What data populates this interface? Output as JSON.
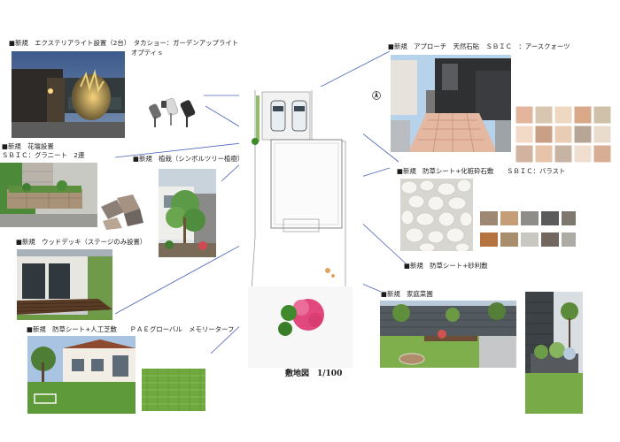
{
  "labels": {
    "exterior_light": "■新規　エクステリアライト設置（2台）　タカショー：ガーデンアップライト",
    "exterior_light_2": "オプティｓ",
    "approach": "■新規　アプローチ　天然石貼　ＳＢＩＣ　：アースクォーツ",
    "planter": "■新規　花壇設置",
    "planter_2": "ＳＢＩＣ：グラニート　2連",
    "tree": "■新規　植栽（シンボルツリー植樹）",
    "weed_sheet_gravel": "■新規　防草シート+化粧砕石敷　　ＳＢＩＣ：バラスト",
    "wood_deck": "■新規　ウッドデッキ（ステージのみ設置）",
    "weed_sheet_sand": "■新規　防草シート+砂利敷",
    "vegetable_garden": "■新規　家庭菜園",
    "artificial_turf": "■新規　防草シート+人工芝敷　　ＰＡＥグローバル　メモリーターフ"
  },
  "site_plan": {
    "title": "敷地図　1/100"
  },
  "colors": {
    "leader_line": "#4a64b8",
    "lawn": "#5f9a3a",
    "shrub_pink": "#e0487e",
    "shrub_green": "#3f8a2c"
  }
}
